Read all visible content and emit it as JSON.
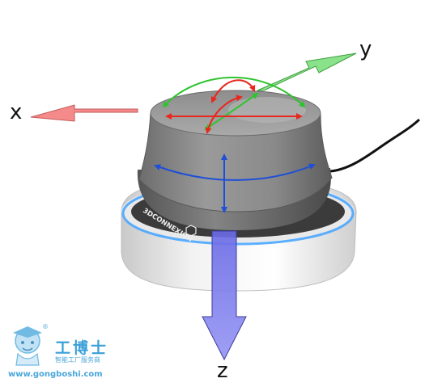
{
  "axes": {
    "x": "x",
    "y": "y",
    "z": "z"
  },
  "device": {
    "brand_text": "3DCONNEXION"
  },
  "watermark": {
    "title": "工博士",
    "subtitle": "智能工厂服务商",
    "url": "www.gongboshi.com",
    "registered": "®"
  },
  "colors": {
    "x_arrow": "#f58a8a",
    "y_arrow": "#8ae28a",
    "z_arrow": "#7b7bea",
    "red_motion": "#e8281e",
    "green_motion": "#2fc42f",
    "blue_motion": "#1f4fd8",
    "glow": "#4aa6ff"
  }
}
